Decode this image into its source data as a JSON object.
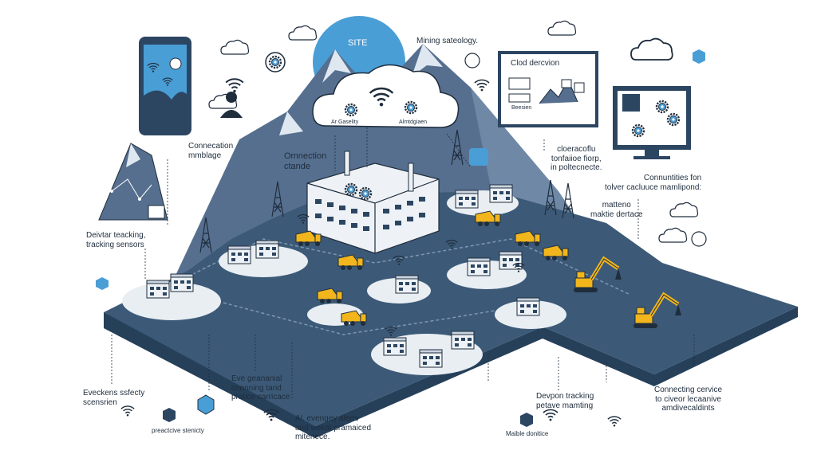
{
  "cloud_labels": {
    "site": "SITE",
    "left_node": "Ar Gaselity",
    "right_node": "Almtdgiaen"
  },
  "callouts": {
    "mining_safety": "Mining sateology.",
    "connection_mmblage": "Connecation\nmmblage",
    "omnection": "Omnection\nctande",
    "cloud_detection": "Clod dercvion",
    "cloud_detection_sub": "Beesien",
    "cloud_info": "cloeracoflu\ntonfaiioe fiorp,\nin poltecnecte.",
    "connectivities": "Connuntities fon\ntolver cacluuce mamlipond:",
    "machine_detector": "matteno\nmaktie dertace",
    "device_tracking": "Deivtar teacking,\ntracking sensors",
    "events_safety": "Eveckens ssfecty\nscensrien",
    "predictive_safety": "preactcive stenicty",
    "eve_geanannial": "Eve geananial\nconnning tand\npratice carricace",
    "ai_energy": "Al, evengey alerts\nand wekat pramaiced\nmitenece.",
    "devpon_tracking": "Devpon tracking\npetave mamting",
    "mobile_devices": "Maible donitice",
    "connecting_service": "Connecting cervice\nto civeor lecaanive\namdivecaldints"
  },
  "colors": {
    "slate": "#3c5a77",
    "slate_dark": "#2c4662",
    "slate_edge": "#26405a",
    "mountain": "#566f8f",
    "mountain_snow": "#dfe8f1",
    "sky_blue": "#4a9ed6",
    "cloud": "#ffffff",
    "outline": "#1f2d3d",
    "accent_yellow": "#f2b51b",
    "pad": "#e9eef3"
  },
  "icons": [
    "phone-icon",
    "wifi-icon",
    "cloud-icon",
    "gear-icon",
    "person-icon",
    "monitor-icon",
    "truck-icon",
    "excavator-icon",
    "factory-icon",
    "shield-icon",
    "wind-turbine-icon",
    "tower-icon"
  ]
}
